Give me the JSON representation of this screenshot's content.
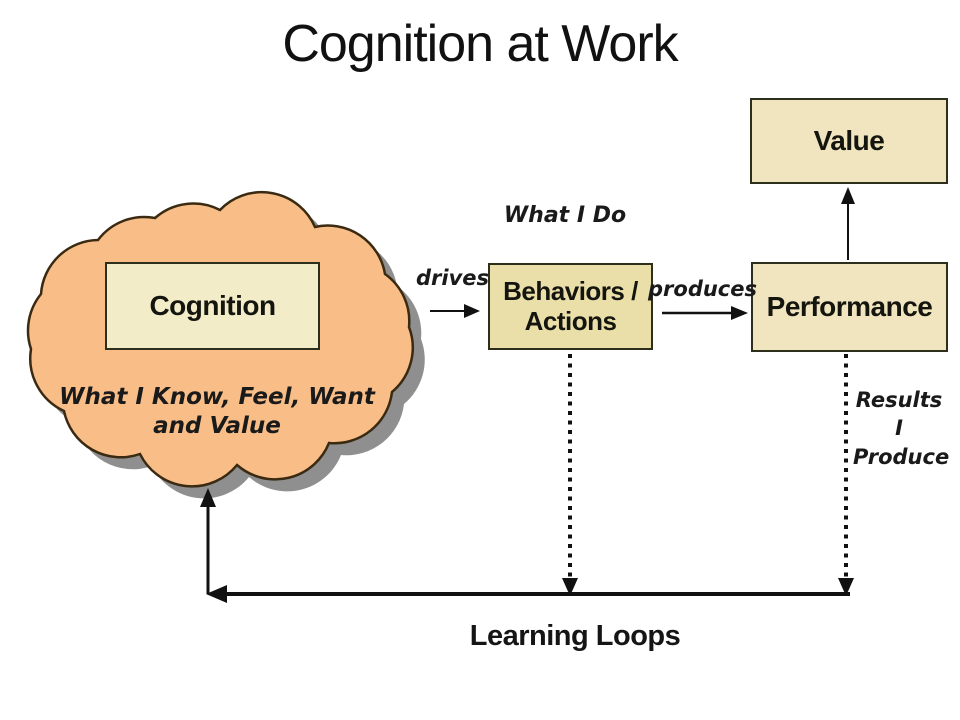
{
  "slide": {
    "title": "Cognition at Work"
  },
  "cloud": {
    "label": "Cognition",
    "subtext": "What I Know, Feel, Want and Value",
    "fill": "#F9BE88",
    "stroke": "#3A2A12",
    "shadow": "#8F8F8F"
  },
  "nodes": {
    "cognition": {
      "label": "Cognition",
      "fill": "#F3ECC8"
    },
    "behaviors": {
      "label": "Behaviors / Actions",
      "fill": "#EBDFA9"
    },
    "performance": {
      "label": "Performance",
      "fill": "#F0E5BE"
    },
    "value": {
      "label": "Value",
      "fill": "#F0E5BE"
    },
    "border_color": "#2E2E1C"
  },
  "connector_labels": {
    "what_i_do": "What I Do",
    "drives": "drives",
    "produces": "produces",
    "results": "Results I Produce",
    "learning_loops": "Learning Loops"
  },
  "connector_color": "#111111"
}
